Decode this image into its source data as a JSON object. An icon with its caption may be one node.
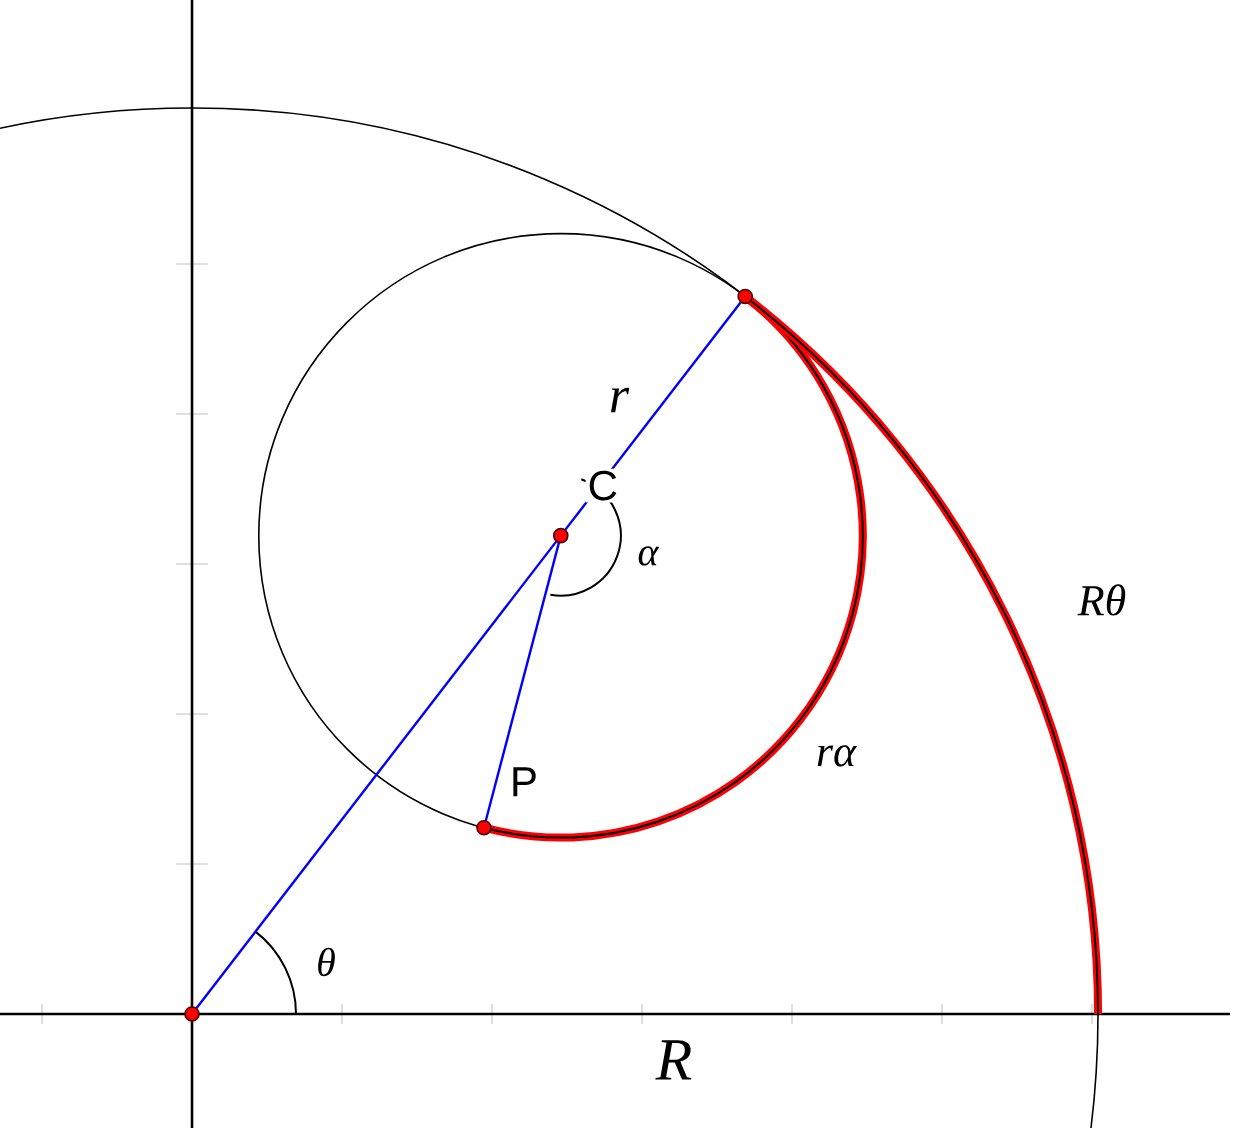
{
  "diagram": {
    "nodes": [
      {
        "text": [],
        "shape": "circle"
      },
      {
        "text": [
          "C"
        ]
      },
      {
        "text": [
          "P"
        ]
      },
      {
        "text": [],
        "shape": "circle"
      }
    ],
    "edges": [
      {
        "from": 3,
        "to": 1,
        "arrow": "none"
      },
      {
        "from": 1,
        "to": 0,
        "arrow": "none",
        "label": "r"
      },
      {
        "from": 1,
        "to": 2,
        "arrow": "none"
      }
    ],
    "labels": [
      "α",
      "Rθ",
      "rα",
      "θ",
      "R"
    ]
  }
}
